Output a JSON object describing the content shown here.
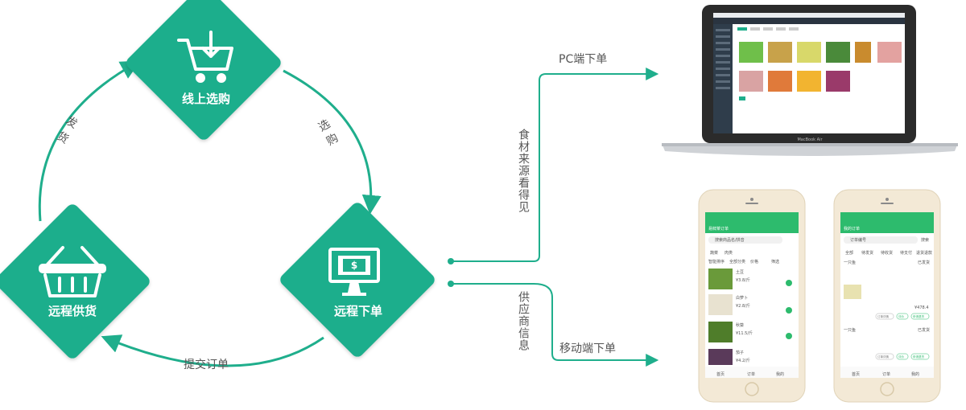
{
  "colors": {
    "accent": "#1fae8c",
    "accent_dark": "#168f72",
    "text": "#555555",
    "laptop_body": "#2b2b2b",
    "phone_body": "#f3e9d6"
  },
  "cycle": {
    "nodes": {
      "online_shop": {
        "label": "线上选购",
        "icon": "shopping-cart-download-icon"
      },
      "remote_order": {
        "label": "远程下单",
        "icon": "monitor-money-icon"
      },
      "remote_supply": {
        "label": "远程供货",
        "icon": "basket-icon"
      }
    },
    "edges": {
      "shop_to_order": "选购",
      "order_to_supply": "提交订单",
      "supply_to_shop": "发货"
    }
  },
  "branches": {
    "top_vertical": "食材来源看得见",
    "bottom_vertical": "供应商信息",
    "pc_label": "PC端下单",
    "mobile_label": "移动端下单"
  },
  "devices": {
    "laptop_brand": "MacBook Air",
    "phone_left": {
      "title": "易鲜菜订单",
      "search_placeholder": "搜索商品名/拼音",
      "tabs": [
        "蔬菜",
        "肉类"
      ],
      "filters": [
        "智能排序",
        "全部分类",
        "价格",
        "筛选"
      ],
      "products": [
        {
          "name": "土豆",
          "price": "¥3.8/斤"
        },
        {
          "name": "白萝卜",
          "price": "¥2.8/斤"
        },
        {
          "name": "秋葵",
          "price": "¥11.5/斤"
        },
        {
          "name": "茄子",
          "price": "¥4.2/斤"
        }
      ],
      "nav": [
        "首页",
        "订单",
        "我的"
      ]
    },
    "phone_right": {
      "title": "我的订单",
      "search_placeholder": "订单编号",
      "search_button": "搜索",
      "tabs": [
        "全部",
        "待发货",
        "待收货",
        "待支付",
        "退货退款"
      ],
      "orders": [
        {
          "store": "一只鱼",
          "status": "已发货",
          "total": "¥478.4",
          "actions": [
            "订单详情",
            "评价",
            "申请退货"
          ]
        },
        {
          "store": "一只鱼",
          "status": "已发货",
          "total": "",
          "actions": [
            "订单详情",
            "评价",
            "申请退货"
          ]
        }
      ],
      "nav": [
        "首页",
        "订单",
        "我的"
      ]
    }
  }
}
